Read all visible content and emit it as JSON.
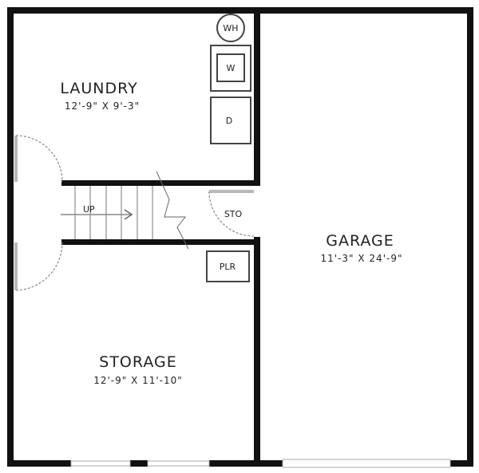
{
  "rooms": {
    "laundry": {
      "name": "LAUNDRY",
      "size": "12'-9\" X 9'-3\""
    },
    "garage": {
      "name": "GARAGE",
      "size": "11'-3\" X 24'-9\""
    },
    "storage": {
      "name": "STORAGE",
      "size": "12'-9\" X 11'-10\""
    }
  },
  "fixtures": {
    "water_heater": "WH",
    "washer": "W",
    "dryer": "D",
    "plumbing": "PLR",
    "storage_closet": "STO",
    "stairs": "UP"
  }
}
